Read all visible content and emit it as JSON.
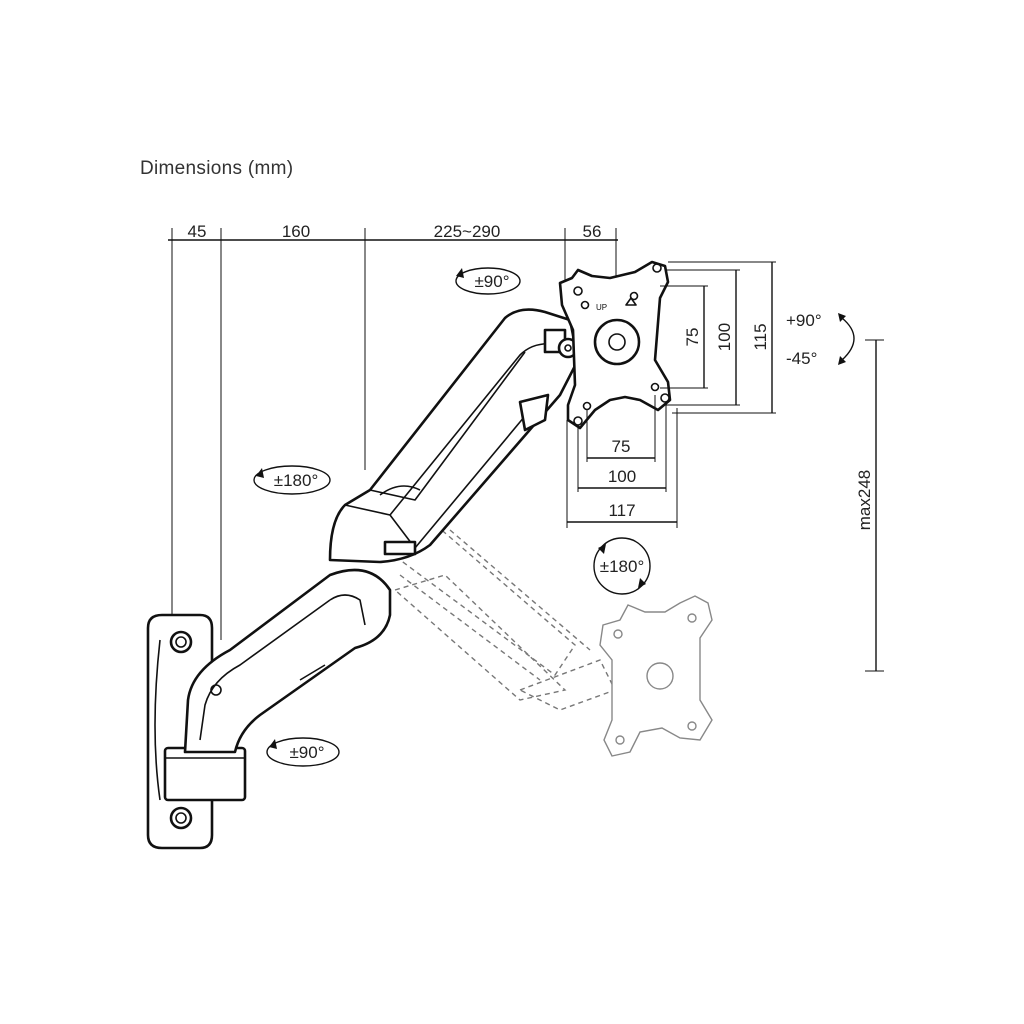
{
  "title": "Dimensions (mm)",
  "dimensions": {
    "wall_plate_depth": "45",
    "first_arm": "160",
    "second_arm": "225~290",
    "head_offset": "56",
    "vesa_small": "75",
    "vesa_large": "100",
    "plate_height": "115",
    "plate_width": "117",
    "vesa_horiz_small": "75",
    "vesa_horiz_large": "100",
    "max_height": "max248"
  },
  "rotations": {
    "head_swivel": "±90°",
    "elbow_swivel": "±180°",
    "base_swivel": "±90°",
    "screen_rotation": "±180°",
    "tilt_up": "+90°",
    "tilt_down": "-45°"
  },
  "labels": {
    "up_mark": "UP"
  }
}
